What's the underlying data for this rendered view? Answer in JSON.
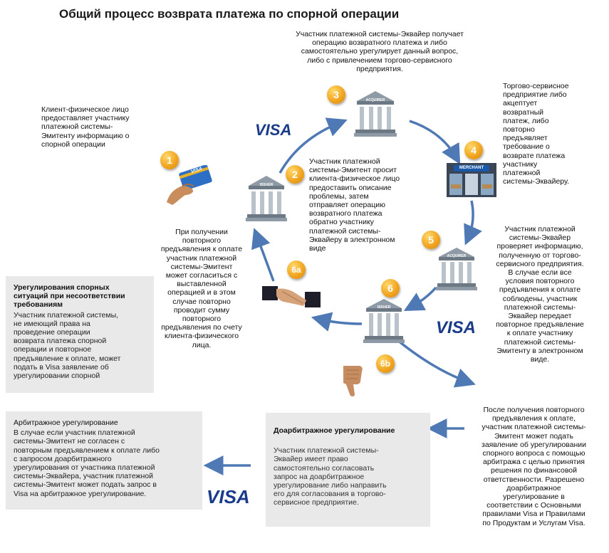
{
  "title": "Общий процесс возврата платежа по спорной операции",
  "steps": {
    "s1": "Клиент-физическое лицо\nпредоставляет участнику\nплатежной системы-\nЭмитенту информацию о\nспорной операции",
    "s2": "Участник платежной\nсистемы-Эмитент просит\nклиента-физическое лицо\nпредоставить описание\nпроблемы, затем\nотправляет операцию\nвозвратного платежа\nобратно участнику\nплатежной системы-\nЭквайеру в электронном\nвиде",
    "s3": "Участник платежной системы-Эквайер получает\nоперацию возвратного платежа и либо\nсамостоятельно урегулирует данный вопрос,\nлибо с привлечением торгово-сервисного\nпредприятия.",
    "s4": "Торгово-сервисное\nпредприятие либо\nакцептует\nвозвратный\nплатеж, либо\nповторно\nпредъявляет\nтребование о\nвозврате платежа\nучастнику\nплатежной\nсистемы-Эквайеру.",
    "s5": "Участник платежной\nсистемы-Эквайер\nпроверяет информацию,\nполученную от торгово-\nсервисного предприятия.\nВ случае если все\nусловия повторного\nпредъявления к оплате\nсоблюдены, участник\nплатежной системы-\nЭквайер передает\nповторное предъявление\nк оплате участнику\nплатежной системы-\nЭмитенту в электронном\nвиде.",
    "s6a": "При получении\nповторного\nпредъявления к оплате\nучастник платежной\nсистемы-Эмитент\nможет согласиться с\nвыставленной\nоперацией и в этом\nслучае повторно\nпроводит сумму\nповторного\nпредъявления по счету\nклиента-физического\nлица.",
    "s7": "После получения повторного\nпредъявления к оплате,\nучастник платежной системы-\nЭмитент может подать\nзаявление об урегулировании\nспорного вопроса с помощью\nарбитража с целью принятия\nрешения по финансовой\nответственности. Разрешено\nдоарбитражное\nурегулирование в\nсоответствии с Основными\nправилами Visa и Правилами\nпо Продуктам и Услугам Visa."
  },
  "boxes": {
    "dispute": {
      "heading": "Урегулирования спорных\nситуаций при несоответствии\nтребованиям",
      "body": "Участник платежной системы,\nне имеющий права на\nпроведение операции\nвозврата платежа спорной\nоперации и повторное\nпредъявление к оплате, может\nподать в Visa заявление об\nурегулировании спорной"
    },
    "prearb": {
      "heading": "Доарбитражное урегулирование",
      "body": "Участник платежной системы-\nЭквайер имеет право\nсамостоятельно согласовать\nзапрос на доарбитражное\nурегулирование либо направить\nего для согласования в торгово-\nсервисное предприятие."
    },
    "arb": {
      "heading": "Арбитражное урегулирование",
      "body": "В случае если участник платежной\nсистемы-Эмитент не согласен с\nповторным предъявлением к оплате либо\nс запросом доарбитражного\nурегулирования от участника платежной\nсистемы-Эквайера, участник платежной\nсистемы-Эмитент может подать запрос в\nVisa на арбитражное урегулирование."
    }
  },
  "badges": {
    "b1": "1",
    "b2": "2",
    "b3": "3",
    "b4": "4",
    "b5": "5",
    "b6": "6",
    "b6a": "6a",
    "b6b": "6b"
  },
  "buildings": {
    "issuer": "ISSUER",
    "acquirer": "ACQUIRER",
    "merchant": "MERCHANT"
  },
  "card_text": "VISA",
  "visa_logo": "VISA",
  "colors": {
    "badge": "#f0a21c",
    "arrow": "#4f79b5",
    "box_bg": "#e9e9e9",
    "visa": "#1a3a8a"
  }
}
